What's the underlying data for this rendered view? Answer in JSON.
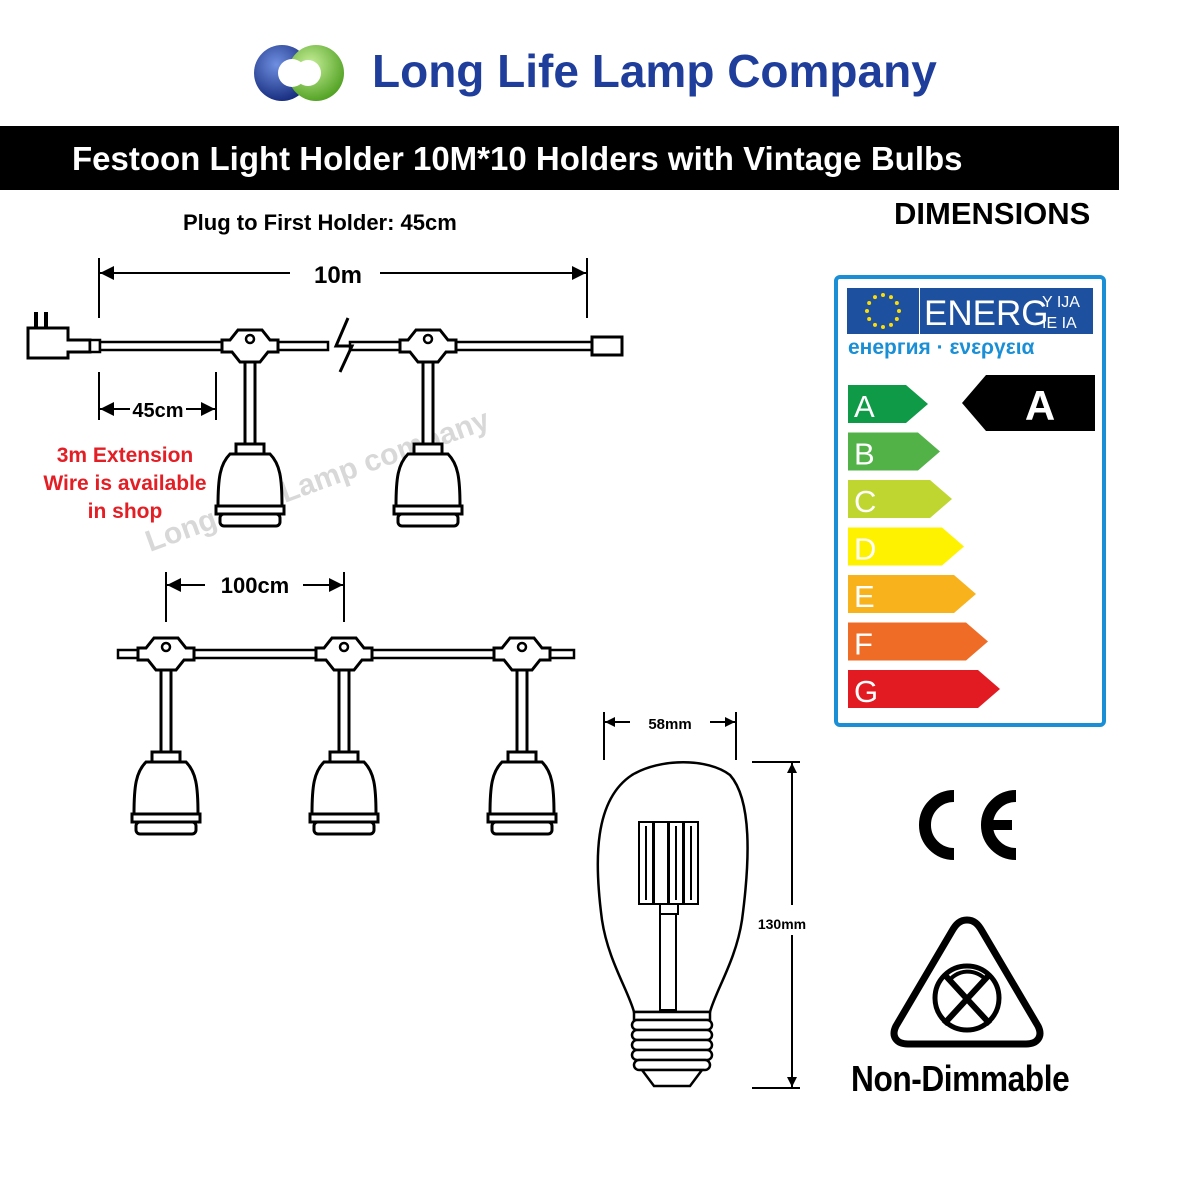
{
  "brand": {
    "name": "Long Life Lamp Company",
    "logo_icon": "interlocking-rings-logo-icon",
    "colors": {
      "blue": "#1f3e9c",
      "green": "#7cc242"
    }
  },
  "header": {
    "title": "Festoon Light Holder 10M*10 Holders with Vintage Bulbs"
  },
  "section_label": "DIMENSIONS",
  "diagram": {
    "plug_note": "Plug to First Holder: 45cm",
    "total_length": "10m",
    "plug_to_first": "45cm",
    "spacing": "100cm",
    "extension_note": [
      "3m Extension",
      "Wire is available",
      "in shop"
    ],
    "watermark": "Long Life Lamp company",
    "bulb_width": "58mm",
    "bulb_height": "130mm"
  },
  "energy_label": {
    "header_text": "ENERG",
    "header_suffix_top": "Y IJA",
    "header_suffix_bottom": "IE IA",
    "subtitle": "енергия · ενεργεια",
    "classes": [
      {
        "letter": "A",
        "color": "#0e9a47"
      },
      {
        "letter": "B",
        "color": "#52b248"
      },
      {
        "letter": "C",
        "color": "#bfd630"
      },
      {
        "letter": "D",
        "color": "#fff200"
      },
      {
        "letter": "E",
        "color": "#f8b21b"
      },
      {
        "letter": "F",
        "color": "#ee6c25"
      },
      {
        "letter": "G",
        "color": "#e21b22"
      }
    ],
    "rating": "A",
    "frame_color": "#1a8fd6",
    "eu_blue": "#1e50a0"
  },
  "certifications": {
    "ce_mark": "CE",
    "non_dimmable_icon": "crossed-dimmer-knob-icon",
    "non_dimmable_text": "Non-Dimmable"
  }
}
